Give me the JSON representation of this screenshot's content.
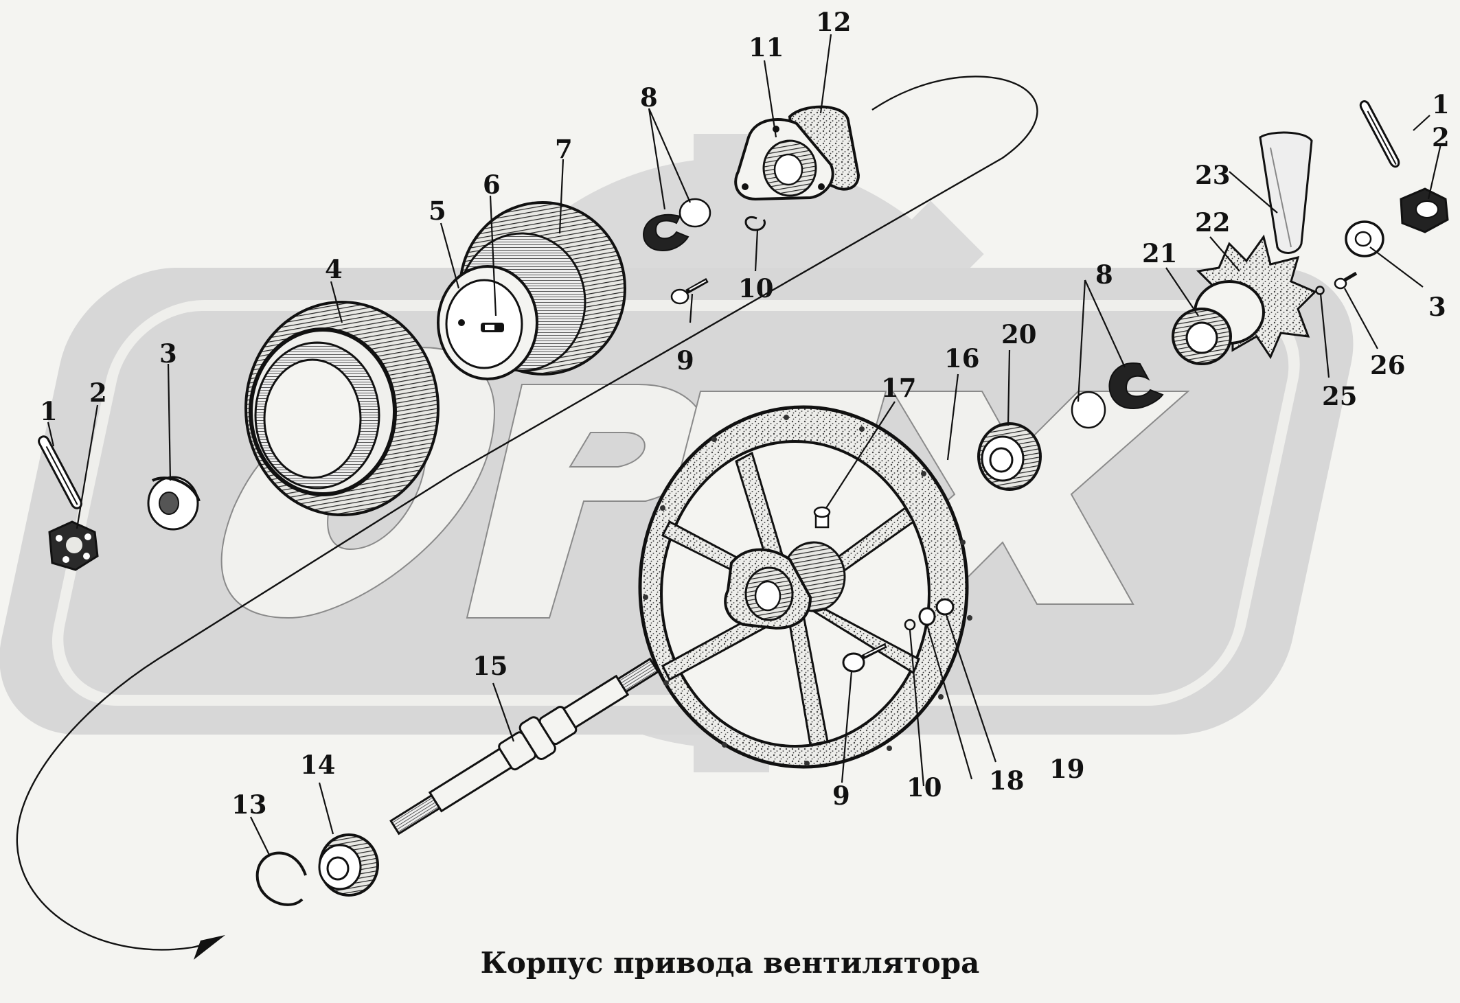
{
  "caption": "Корпус привода вентилятора",
  "watermark": {
    "text": "ОРЕХ",
    "colors": {
      "gear": "#dadada",
      "plate": "#d7d7d7",
      "letters": "#f1f1ee"
    }
  },
  "labels": [
    {
      "id": "1-left",
      "text": "1"
    },
    {
      "id": "2-left",
      "text": "2"
    },
    {
      "id": "3-left",
      "text": "3"
    },
    {
      "id": "4",
      "text": "4"
    },
    {
      "id": "5",
      "text": "5"
    },
    {
      "id": "6",
      "text": "6"
    },
    {
      "id": "7",
      "text": "7"
    },
    {
      "id": "8-top",
      "text": "8"
    },
    {
      "id": "9-top",
      "text": "9"
    },
    {
      "id": "10-top",
      "text": "10"
    },
    {
      "id": "11",
      "text": "11"
    },
    {
      "id": "12",
      "text": "12"
    },
    {
      "id": "13",
      "text": "13"
    },
    {
      "id": "14",
      "text": "14"
    },
    {
      "id": "15",
      "text": "15"
    },
    {
      "id": "16",
      "text": "16"
    },
    {
      "id": "17",
      "text": "17"
    },
    {
      "id": "18",
      "text": "18"
    },
    {
      "id": "19",
      "text": "19"
    },
    {
      "id": "20",
      "text": "20"
    },
    {
      "id": "21",
      "text": "21"
    },
    {
      "id": "22",
      "text": "22"
    },
    {
      "id": "23",
      "text": "23"
    },
    {
      "id": "25",
      "text": "25"
    },
    {
      "id": "26",
      "text": "26"
    },
    {
      "id": "8-right",
      "text": "8"
    },
    {
      "id": "1-right",
      "text": "1"
    },
    {
      "id": "2-right",
      "text": "2"
    },
    {
      "id": "3-right",
      "text": "3"
    },
    {
      "id": "9-bottom",
      "text": "9"
    },
    {
      "id": "10-bottom",
      "text": "10"
    }
  ]
}
